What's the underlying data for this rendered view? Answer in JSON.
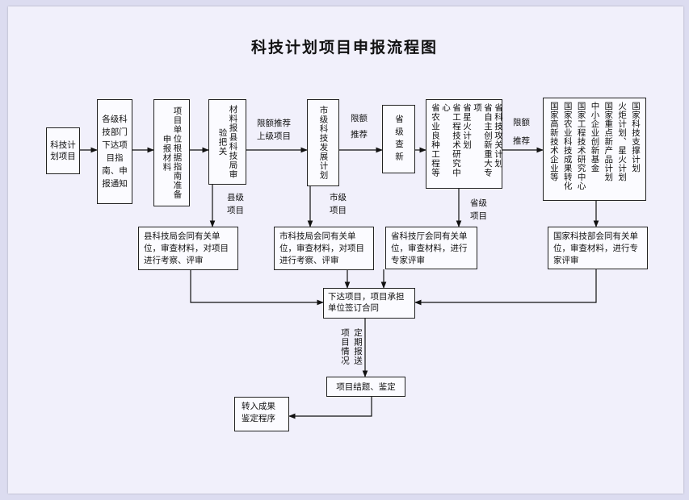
{
  "title": "科技计划项目申报流程图",
  "boxes": {
    "start": "科技计划项目",
    "notice": "各级科技部门下达项目指南、申报通知",
    "apply": [
      "项目单位根据指南准备申报材料"
    ],
    "county_check": [
      "材料报县科技局审验把关"
    ],
    "city_plan": "市级科技发展计划",
    "province_check": "省级查新",
    "province_programs": [
      "省科技攻关计划",
      "省自主创新重大专项",
      "省星火计划",
      "省工程技术研究中心",
      "省农业良种工程等"
    ],
    "national_programs": [
      "国家科技支撑计划",
      "火炬计划、星火计划",
      "国家重点新产品计划",
      "中小企业创新基金",
      "国家工程技术研究中心",
      "国家农业科技成果转化",
      "国家高新技术企业等"
    ],
    "county_review": "县科技局会同有关单位，审查材料，对项目进行考察、评审",
    "city_review": "市科技局会同有关单位，审查材料，对项目进行考察、评审",
    "province_review": "省科技厅会同有关单位，审查材料，进行专家评审",
    "national_review": "国家科技部会同有关单位，审查材料，进行专家评审",
    "contract": "下达项目，项目承担单位签订合同",
    "completion": "项目结题、鉴定",
    "transfer": "转入成果鉴定程序"
  },
  "labels": {
    "quota_recommend_line1": "限额推荐",
    "quota_recommend_line2": "上级项目",
    "quota1": "限额",
    "recommend1": "推荐",
    "quota2": "限额",
    "recommend2": "推荐",
    "county_project_1": "县级",
    "county_project_2": "项目",
    "city_project_1": "市级",
    "city_project_2": "项目",
    "province_project_1": "省级",
    "province_project_2": "项目",
    "report_1": "项目情况",
    "report_2": "定期报送"
  }
}
